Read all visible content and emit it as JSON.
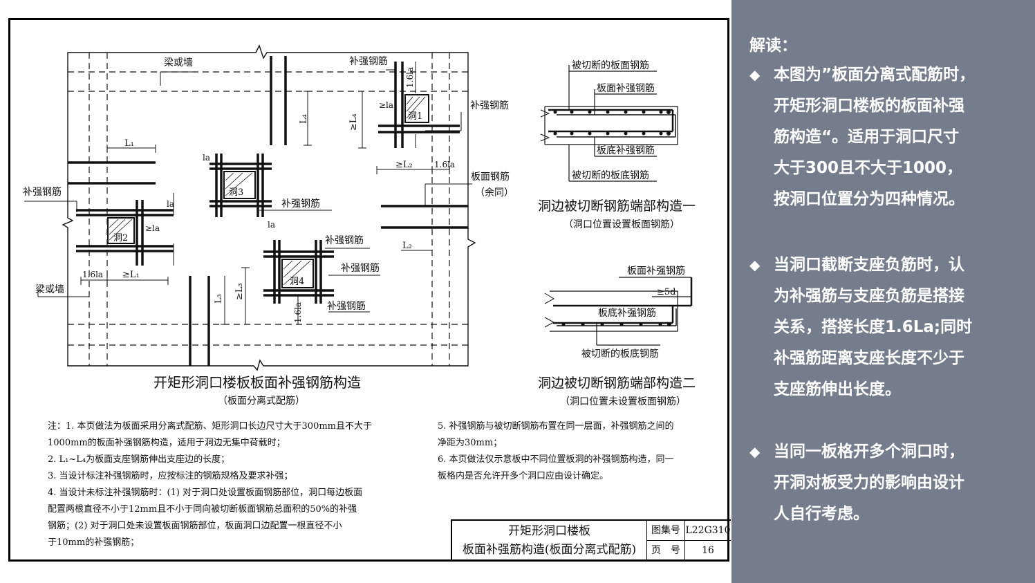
{
  "drawing": {
    "labels": {
      "beam_wall_top": "梁或墙",
      "beam_wall_left": "梁或墙",
      "rebar_reinf_top": "补强钢筋",
      "rebar_reinf_right1": "补强钢筋",
      "rebar_reinf_left": "补强钢筋",
      "rebar_reinf_mid": "补强钢筋",
      "rebar_reinf_h4a": "补强钢筋",
      "rebar_reinf_h4b": "补强钢筋",
      "rebar_reinf_h4c": "补强钢筋",
      "plate_rebar": "板面钢筋",
      "plate_rebar_note": "（余同）",
      "hole1": "洞1",
      "hole2": "洞2",
      "hole3": "洞3",
      "hole4": "洞4",
      "dim_L1_top": "L₁",
      "dim_L1_bottom": "≥L₁",
      "dim_L2_top": "≥L₂",
      "dim_L2_right": "L₂",
      "dim_L3": "L₃",
      "dim_L3_ge": "≥L₃",
      "dim_L4": "L₄",
      "dim_L4_ge": "≥L₄",
      "dim_16la_a": "1.6la",
      "dim_16la_b": "1.6la",
      "dim_16la_c": "1.6la",
      "dim_16la_d": "1.6la",
      "dim_la": "la",
      "dim_gela": "≥la"
    },
    "main_title": "开矩形洞口楼板板面补强钢筋构造",
    "main_subtitle": "（板面分离式配筋）",
    "detail1": {
      "label_cut_top": "被切断的板面钢筋",
      "label_top_reinf": "板面补强钢筋",
      "label_bottom_reinf": "板底补强钢筋",
      "label_cut_bottom": "被切断的板底钢筋",
      "title": "洞边被切断钢筋端部构造一",
      "subtitle": "（洞口位置设置板面钢筋）"
    },
    "detail2": {
      "label_top_reinf": "板面补强钢筋",
      "label_5d": "≥5d",
      "label_bottom_reinf": "板底补强钢筋",
      "label_cut_bottom": "被切断的板底钢筋",
      "title": "洞边被切断钢筋端部构造二",
      "subtitle": "（洞口位置未设置板面钢筋）"
    },
    "notes_left": [
      "注：1. 本页做法为板面采用分离式配筋、矩形洞口长边尺寸大于300mm且不大于",
      "        1000mm的板面补强钢筋构造，适用于洞边无集中荷载时；",
      "     2. L₁~L₄为板面支座钢筋伸出支座边的长度；",
      "     3. 当设计标注补强钢筋时，应按标注的钢筋规格及要求补强；",
      "     4. 当设计未标注补强钢筋时：(1) 对于洞口处设置板面钢筋部位，洞口每边板面",
      "        配置两根直径不小于12mm且不小于同向被切断板面钢筋总面积的50%的补强",
      "        钢筋；(2) 对于洞口处未设置板面钢筋部位，板面洞口边配置一根直径不小",
      "        于10mm的补强钢筋；"
    ],
    "notes_right": [
      "5. 补强钢筋与被切断钢筋布置在同一层面，补强钢筋之间的",
      "    净距为30mm；",
      "6. 本页做法仅示意板中不同位置板洞的补强钢筋构造，同一",
      "    板格内是否允许开多个洞口应由设计确定。"
    ],
    "title_block": {
      "title_line1": "开矩形洞口楼板",
      "title_line2": "板面补强筋构造(板面分离式配筋)",
      "atlas_label": "图集号",
      "atlas_value": "L22G310",
      "page_label": "页　号",
      "page_value": "16"
    }
  },
  "panel": {
    "heading": "解读：",
    "bullet_symbol": "◆",
    "bullets": [
      {
        "lines": [
          "本图为”板面分离式配筋时，",
          "开矩形洞口楼板的板面补强",
          "筋构造“。适用于洞口尺寸",
          "大于300且不大于1000，",
          "按洞口位置分为四种情况。"
        ]
      },
      {
        "lines": [
          "当洞口截断支座负筋时，认",
          "为补强筋与支座负筋是搭接",
          "关系，搭接长度1.6La;同时",
          "补强筋距离支座长度不少于",
          "支座筋伸出长度。"
        ]
      },
      {
        "lines": [
          "当同一板格开多个洞口时，",
          "开洞对板受力的影响由设计",
          "人自行考虑。"
        ]
      }
    ],
    "colors": {
      "background": "#757d8d",
      "text": "#ffffff"
    }
  }
}
